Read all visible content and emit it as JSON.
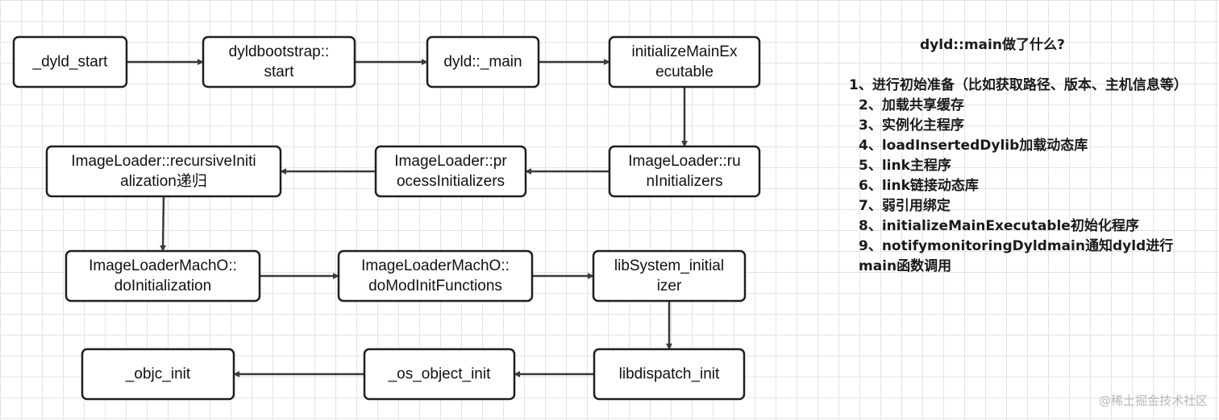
{
  "diagram": {
    "nodes": [
      {
        "id": "dyld_start",
        "lines": [
          "_dyld_start"
        ]
      },
      {
        "id": "bootstrap_start",
        "lines": [
          "dyldbootstrap::",
          "start"
        ]
      },
      {
        "id": "dyld_main",
        "lines": [
          "dyld::_main"
        ]
      },
      {
        "id": "init_main_exe",
        "lines": [
          "initializeMainEx",
          "ecutable"
        ]
      },
      {
        "id": "run_initializers",
        "lines": [
          "ImageLoader::ru",
          "nInitializers"
        ]
      },
      {
        "id": "process_initializers",
        "lines": [
          "ImageLoader::pr",
          "ocessInitializers"
        ]
      },
      {
        "id": "recursive_init",
        "lines": [
          "ImageLoader::recursiveIniti",
          "alization递归"
        ]
      },
      {
        "id": "do_initialization",
        "lines": [
          "ImageLoaderMachO::",
          "doInitialization"
        ]
      },
      {
        "id": "do_mod_init",
        "lines": [
          "ImageLoaderMachO::",
          "doModInitFunctions"
        ]
      },
      {
        "id": "libsystem_init",
        "lines": [
          "libSystem_initial",
          "izer"
        ]
      },
      {
        "id": "libdispatch_init",
        "lines": [
          "libdispatch_init"
        ]
      },
      {
        "id": "os_object_init",
        "lines": [
          "_os_object_init"
        ]
      },
      {
        "id": "objc_init",
        "lines": [
          "_objc_init"
        ]
      }
    ],
    "edges": [
      [
        "dyld_start",
        "bootstrap_start"
      ],
      [
        "bootstrap_start",
        "dyld_main"
      ],
      [
        "dyld_main",
        "init_main_exe"
      ],
      [
        "init_main_exe",
        "run_initializers"
      ],
      [
        "run_initializers",
        "process_initializers"
      ],
      [
        "process_initializers",
        "recursive_init"
      ],
      [
        "recursive_init",
        "do_initialization"
      ],
      [
        "do_initialization",
        "do_mod_init"
      ],
      [
        "do_mod_init",
        "libsystem_init"
      ],
      [
        "libsystem_init",
        "libdispatch_init"
      ],
      [
        "libdispatch_init",
        "os_object_init"
      ],
      [
        "os_object_init",
        "objc_init"
      ]
    ]
  },
  "panel": {
    "title": "dyld::main做了什么?",
    "steps": [
      "1、进行初始准备（比如获取路径、版本、主机信息等）",
      "2、加载共享缓存",
      "3、实例化主程序",
      "4、loadInsertedDylib加载动态库",
      "5、link主程序",
      "6、link链接动态库",
      "7、弱引用绑定",
      "8、initializeMainExecutable初始化程序",
      "9、notifymonitoringDyldmain通知dyld进行main函数调用"
    ]
  },
  "watermark": "@稀土掘金技术社区",
  "colors": {
    "grid": "#e3e3e3",
    "node_border": "#1f1f1f",
    "arrow": "#3a3a3a",
    "text": "#111111",
    "watermark": "#b8b8b8"
  }
}
